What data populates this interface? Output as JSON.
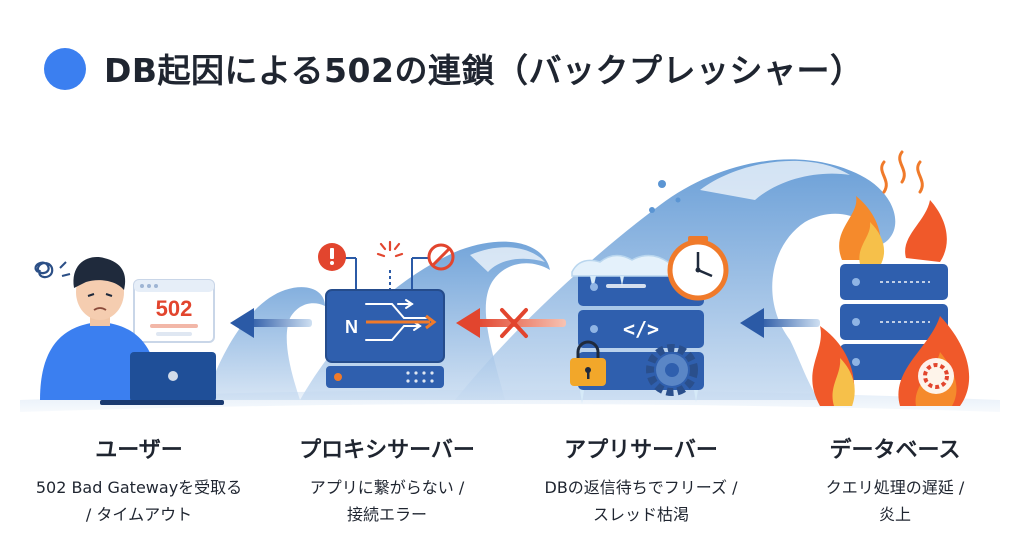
{
  "title": "DB起因による502の連鎖（バックプレッシャー）",
  "colors": {
    "accent": "#3b7ff0",
    "server": "#2f5fae",
    "wave": "#4a86c8",
    "fire": "#f0592a",
    "error": "#e2452e"
  },
  "user_screen_code": "502",
  "proxy_badge": "N",
  "app_badge": "</>",
  "nodes": [
    {
      "name": "ユーザー",
      "desc1": "502 Bad Gatewayを受取る",
      "desc2": "/ タイムアウト"
    },
    {
      "name": "プロキシサーバー",
      "desc1": "アプリに繋がらない /",
      "desc2": "接続エラー"
    },
    {
      "name": "アプリサーバー",
      "desc1": "DBの返信待ちでフリーズ /",
      "desc2": "スレッド枯渇"
    },
    {
      "name": "データベース",
      "desc1": "クエリ処理の遅延 /",
      "desc2": "炎上"
    }
  ],
  "icons": [
    "confused-scribble-icon",
    "laptop-icon",
    "warning-icon",
    "spark-icon",
    "prohibited-icon",
    "cross-icon",
    "clock-icon",
    "lock-icon",
    "gear-icon",
    "fire-icon",
    "loading-spinner-icon",
    "steam-icon"
  ]
}
